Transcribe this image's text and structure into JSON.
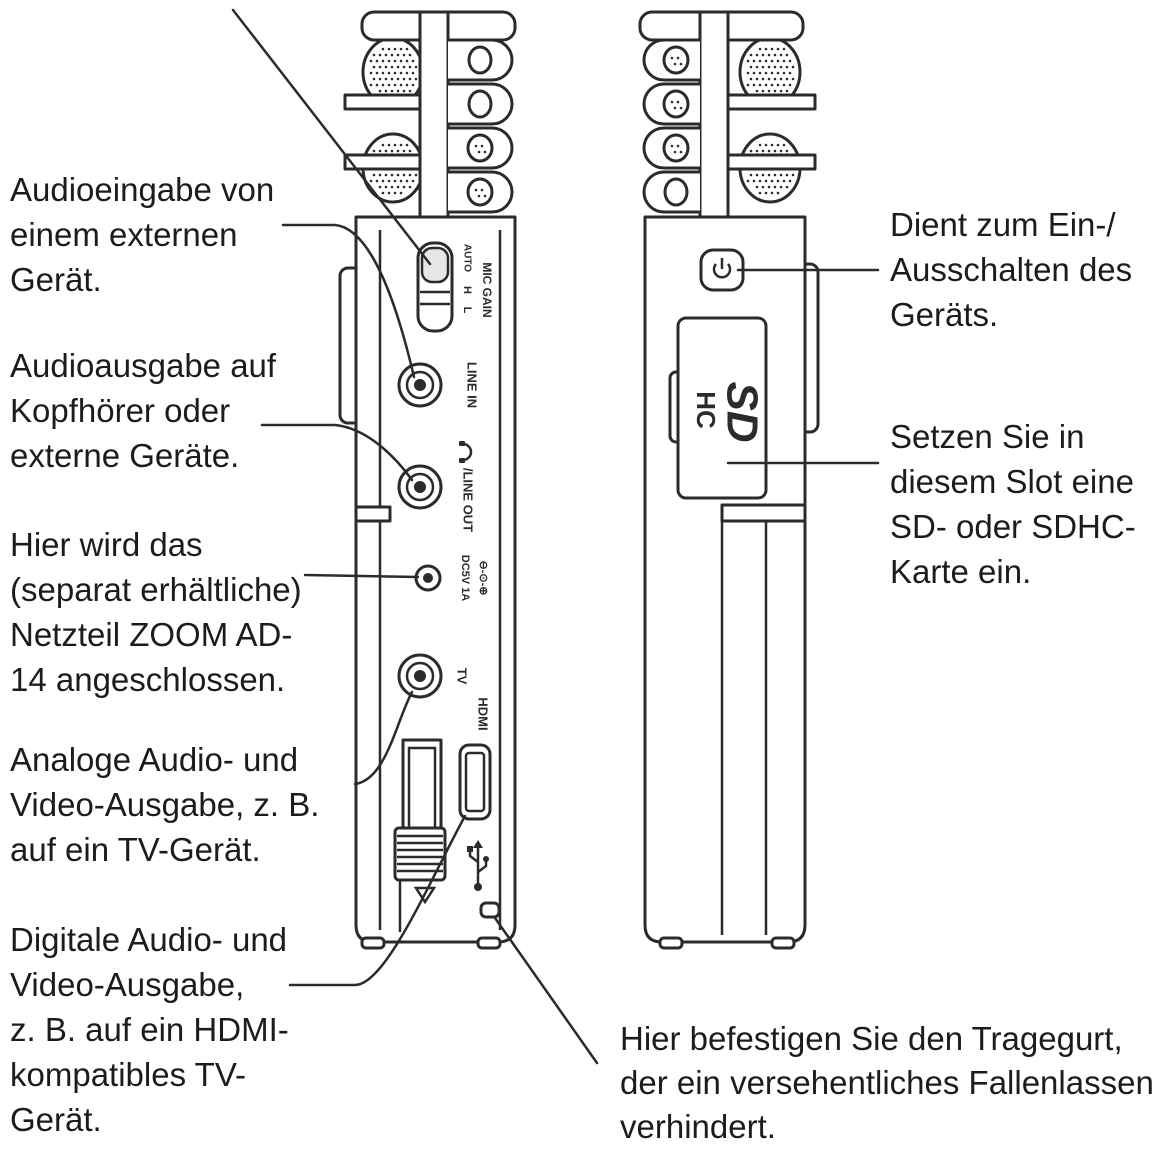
{
  "colors": {
    "background": "#ffffff",
    "text": "#1c1c1c",
    "line": "#2b2b2b"
  },
  "callouts": {
    "audio_in": [
      "Audioeingabe von",
      "einem externen",
      "Gerät."
    ],
    "audio_out": [
      "Audioausgabe auf",
      "Kopfhörer oder",
      "externe Geräte."
    ],
    "power_adapter": [
      "Hier wird das",
      "(separat erhältliche)",
      "Netzteil ZOOM AD-",
      "14 angeschlossen."
    ],
    "analog_av": [
      "Analoge Audio- und",
      "Video-Ausgabe, z. B.",
      "auf ein TV-Gerät."
    ],
    "digital_av": [
      "Digitale Audio- und",
      "Video-Ausgabe,",
      "z. B. auf ein HDMI-",
      "kompatibles TV-",
      "Gerät."
    ],
    "power_switch": [
      "Dient zum Ein-/",
      "Ausschalten des",
      "Geräts."
    ],
    "sd_slot": [
      "Setzen Sie in",
      "diesem Slot eine",
      "SD- oder SDHC-",
      "Karte ein."
    ],
    "strap": [
      "Hier befestigen Sie den Tragegurt,",
      "der ein versehentliches Fallenlassen",
      "verhindert."
    ]
  },
  "device_markings": {
    "auto": "AUTO",
    "h": "H",
    "l": "L",
    "mic_gain": "MIC GAIN",
    "line_in": "LINE IN",
    "line_out": "/LINE OUT",
    "dc_in": "DC5V 1A",
    "polarity": "⊖-⊙-⊕",
    "tv": "TV",
    "hdmi": "HDMI",
    "sd": "SD",
    "hc": "HC"
  },
  "icons": {
    "headphone": "headphone-icon",
    "power": "power-icon",
    "usb": "usb-icon"
  }
}
